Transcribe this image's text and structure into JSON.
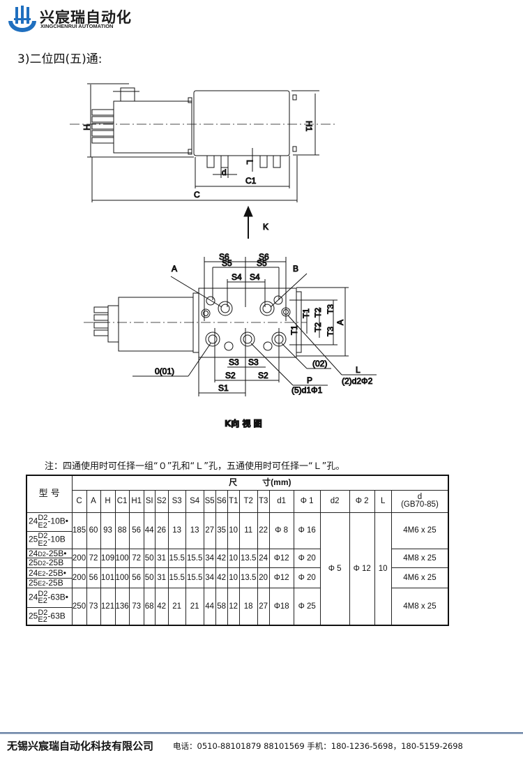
{
  "header": {
    "logo_cn": "兴宸瑞自动化",
    "logo_en": "XINGCHENRUI AUTOMATION",
    "brand_color": "#1f6fbf"
  },
  "section_title": "3)二位四(五)通:",
  "side_view": {
    "H": "H",
    "H1": "H1",
    "d": "d",
    "L": "L",
    "C1": "C1",
    "C": "C",
    "K": "K"
  },
  "k_view": {
    "S6a": "S6",
    "S6b": "S6",
    "S5a": "S5",
    "S5b": "S5",
    "S4a": "S4",
    "S4b": "S4",
    "S3a": "S3",
    "S3b": "S3",
    "S2a": "S2",
    "S2b": "S2",
    "S1": "S1",
    "A_port": "A",
    "B_port": "B",
    "O_port": "0(01)",
    "O2_port": "(02)",
    "P_port": "P",
    "P_spec": "(5)d1Φ1",
    "L_port": "L",
    "L_spec": "(2)d2Φ2",
    "T1a": "T1",
    "T1b": "T1",
    "T2a": "T2",
    "T2b": "T2",
    "T3a": "T3",
    "T3b": "T3",
    "A_dim": "A",
    "caption": "K向 视 图"
  },
  "note": "注：四通使用时可任择一组“０”孔和“Ｌ”孔，五通使用时可任择一“Ｌ”孔。",
  "table": {
    "model_header": "型 号",
    "size_header": "尺　　　寸(mm)",
    "columns": [
      "C",
      "A",
      "H",
      "C1",
      "H1",
      "SI",
      "S2",
      "S3",
      "S4",
      "S5",
      "S6",
      "T1",
      "T2",
      "T3",
      "d1",
      "Φ 1",
      "d2",
      "Φ 2",
      "L"
    ],
    "d_header": "d",
    "d_header_sub": "(GB70-85)",
    "models": [
      {
        "num": "24",
        "up": "D2",
        "low": "E2",
        "suf": "-10B•"
      },
      {
        "num": "25",
        "up": "D2",
        "low": "E2",
        "suf": "-10B"
      },
      {
        "num": "24",
        "sub": "D2",
        "suf": "-25B•"
      },
      {
        "num": "25",
        "sub": "D2",
        "suf": "-25B"
      },
      {
        "num": "24",
        "sub": "E2",
        "suf": "-25B•"
      },
      {
        "num": "25",
        "sub": "E2",
        "suf": "-25B"
      },
      {
        "num": "24",
        "up": "D2",
        "low": "E2",
        "suf": "-63B•"
      },
      {
        "num": "25",
        "up": "D2",
        "low": "E2",
        "suf": "-63B"
      }
    ],
    "groups": [
      {
        "values": [
          "185",
          "60",
          "93",
          "88",
          "56",
          "44",
          "26",
          "13",
          "13",
          "27",
          "35",
          "10",
          "11",
          "22",
          "Φ 8",
          "Φ 16"
        ],
        "d": "4M6 x 25"
      },
      {
        "values": [
          "200",
          "72",
          "109",
          "100",
          "72",
          "50",
          "31",
          "15.5",
          "15.5",
          "34",
          "42",
          "10",
          "13.5",
          "24",
          "Φ12",
          "Φ  20"
        ],
        "d": "4M8 x 25"
      },
      {
        "values": [
          "200",
          "56",
          "101",
          "100",
          "56",
          "50",
          "31",
          "15.5",
          "15.5",
          "34",
          "42",
          "10",
          "13.5",
          "20",
          "Φ12",
          "Φ  20"
        ],
        "d": "4M6 x 25"
      },
      {
        "values": [
          "250",
          "73",
          "121",
          "136",
          "73",
          "68",
          "42",
          "21",
          "21",
          "44",
          "58",
          "12",
          "18",
          "27",
          "Φ18",
          "Φ  25"
        ],
        "d": "4M8 x 25"
      }
    ],
    "shared": {
      "d2": "Φ 5",
      "phi2": "Φ 12",
      "L": "10"
    }
  },
  "footer": {
    "company": "无锡兴宸瑞自动化科技有限公司",
    "contact": "电话：0510-88101879 88101569 手机：180-1236-5698，180-5159-2698"
  }
}
